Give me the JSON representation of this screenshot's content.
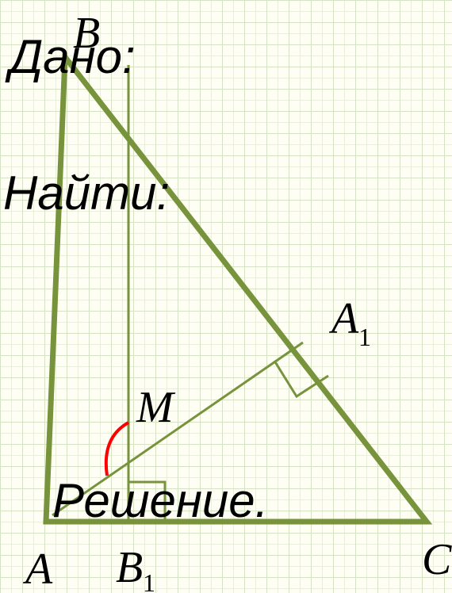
{
  "headings": {
    "given": "Дано:",
    "find": "Найти:",
    "solution": "Решение."
  },
  "points": {
    "A": "A",
    "B": "B",
    "C": "C",
    "M": "M",
    "A1_letter": "A",
    "A1_index": "1",
    "B1_letter": "B",
    "B1_index": "1"
  },
  "colors": {
    "triangle": "#77933c",
    "altitude": "#77933c",
    "angle_arc": "#ff0000",
    "grid": "#d5e2c4"
  }
}
